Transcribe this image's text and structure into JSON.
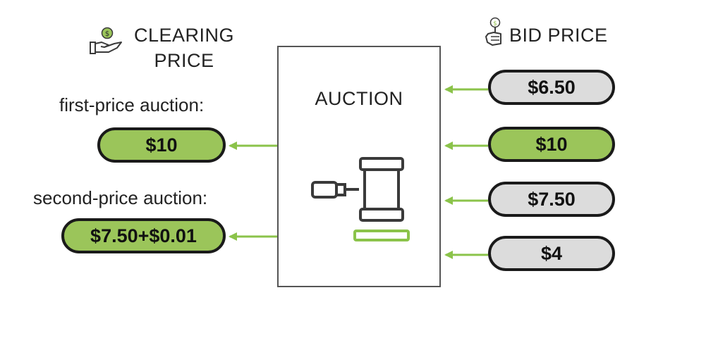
{
  "clearing": {
    "heading": [
      "CLEARING",
      "PRICE"
    ],
    "icon": "hand-dollar-icon",
    "first_label": "first-price auction:",
    "first_value": "$10",
    "second_label": "second-price auction:",
    "second_value": "$7.50+$0.01"
  },
  "bid": {
    "heading": "BID PRICE",
    "icon": "hand-coin-icon",
    "bids": [
      {
        "value": "$6.50",
        "winner": false
      },
      {
        "value": "$10",
        "winner": true
      },
      {
        "value": "$7.50",
        "winner": false
      },
      {
        "value": "$4",
        "winner": false
      }
    ]
  },
  "auction": {
    "label": "AUCTION",
    "icon": "gavel-icon"
  },
  "colors": {
    "highlight": "#9bc55a",
    "neutral": "#dcdcdc",
    "arrow": "#8bc34a",
    "outline": "#1a1a1a"
  }
}
